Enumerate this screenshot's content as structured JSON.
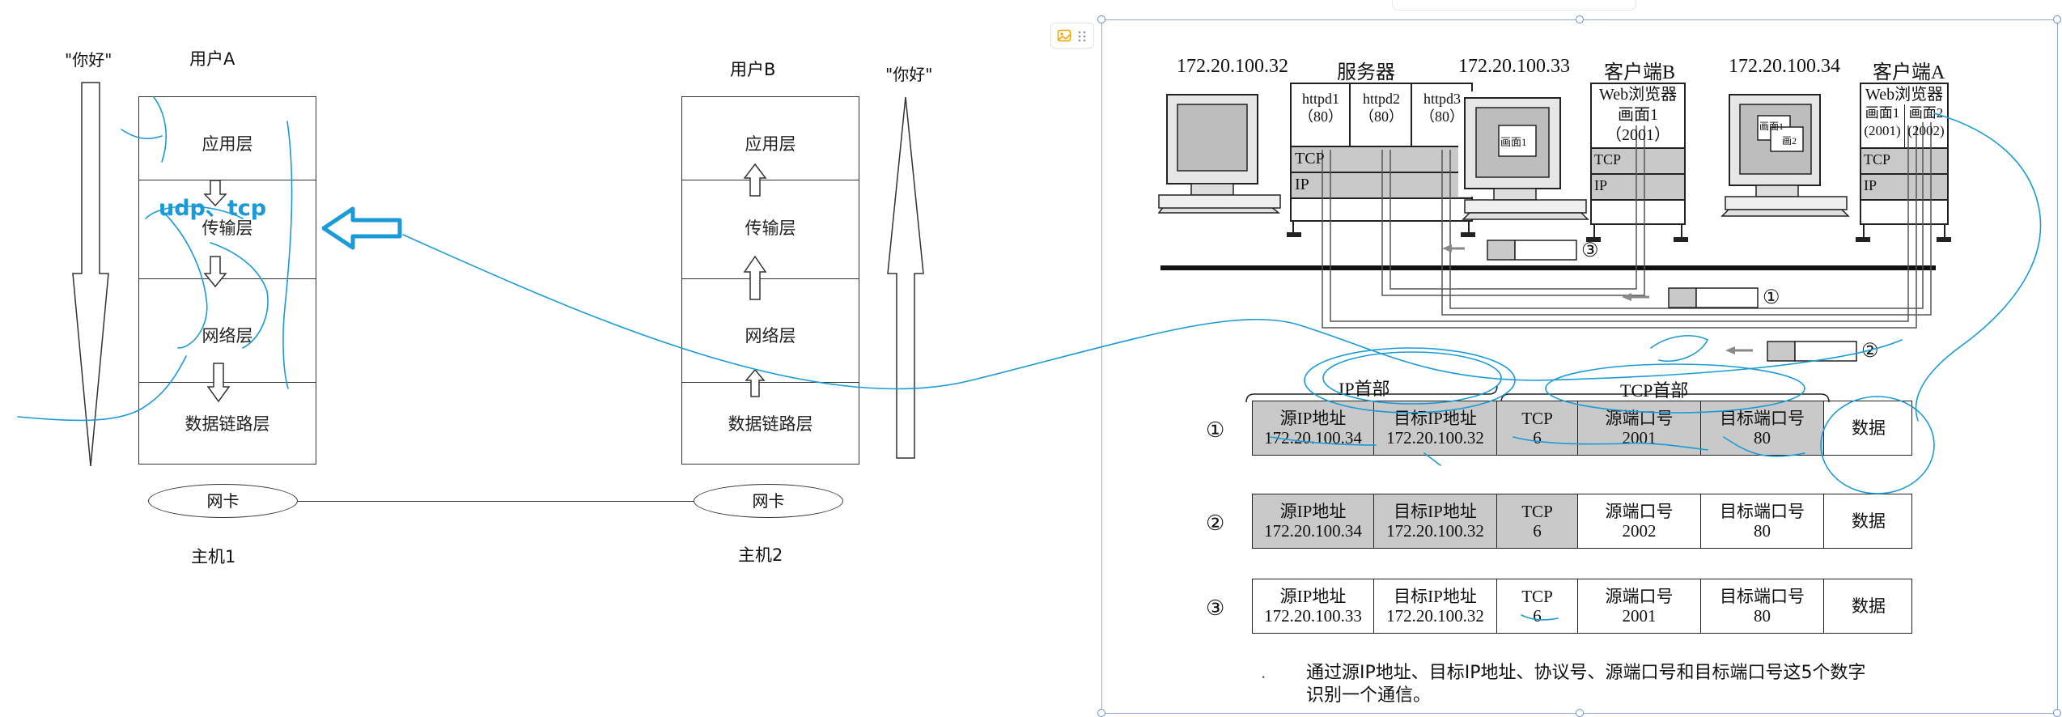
{
  "left_diagram": {
    "left_greeting": "\"你好\"",
    "right_greeting": "\"你好\"",
    "host1": {
      "user": "用户A",
      "layers": [
        "应用层",
        "传输层",
        "网络层",
        "数据链路层"
      ],
      "nic": "网卡",
      "label": "主机1",
      "annotation": "udp、tcp"
    },
    "host2": {
      "user": "用户B",
      "layers": [
        "应用层",
        "传输层",
        "网络层",
        "数据链路层"
      ],
      "nic": "网卡",
      "label": "主机2"
    }
  },
  "right_figure": {
    "hosts": [
      {
        "ip": "172.20.100.32",
        "role": "服务器"
      },
      {
        "ip": "172.20.100.33",
        "role": "客户端B"
      },
      {
        "ip": "172.20.100.34",
        "role": "客户端A"
      }
    ],
    "server_processes": [
      {
        "name": "httpd1",
        "port": "（80）"
      },
      {
        "name": "httpd2",
        "port": "（80）"
      },
      {
        "name": "httpd3",
        "port": "（80）"
      }
    ],
    "client_b_app": {
      "line1": "Web浏览器",
      "line2": "画面1",
      "line3": "（2001）"
    },
    "client_a_app": {
      "line1": "Web浏览器",
      "col1_name": "画面1",
      "col2_name": "画面2",
      "col1_port": "(2001)",
      "col2_port": "(2002)"
    },
    "stack_labels": {
      "tcp": "TCP",
      "ip": "IP"
    },
    "screen_labels": {
      "b": "画面1",
      "a1": "画面1",
      "a2": "画2"
    },
    "packet_markers": [
      "③",
      "①",
      "②"
    ],
    "header_group_labels": {
      "ip": "IP首部",
      "tcp": "TCP首部"
    },
    "packets": [
      {
        "num": "①",
        "src_label": "源IP地址",
        "src_ip": "172.20.100.34",
        "dst_label": "目标IP地址",
        "dst_ip": "172.20.100.32",
        "proto": "TCP",
        "proto_num": "6",
        "sport_label": "源端口号",
        "sport": "2001",
        "dport_label": "目标端口号",
        "dport": "80",
        "data": "数据"
      },
      {
        "num": "②",
        "src_label": "源IP地址",
        "src_ip": "172.20.100.34",
        "dst_label": "目标IP地址",
        "dst_ip": "172.20.100.32",
        "proto": "TCP",
        "proto_num": "6",
        "sport_label": "源端口号",
        "sport": "2002",
        "dport_label": "目标端口号",
        "dport": "80",
        "data": "数据"
      },
      {
        "num": "③",
        "src_label": "源IP地址",
        "src_ip": "172.20.100.33",
        "dst_label": "目标IP地址",
        "dst_ip": "172.20.100.32",
        "proto": "TCP",
        "proto_num": "6",
        "sport_label": "源端口号",
        "sport": "2001",
        "dport_label": "目标端口号",
        "dport": "80",
        "data": "数据"
      }
    ],
    "caption_line1": "通过源IP地址、目标IP地址、协议号、源端口号和目标端口号这5个数字",
    "caption_line2": "识别一个通信。",
    "caption_bullet": "·"
  },
  "colors": {
    "annotation": "#1a9ad6",
    "frame": "#8fa9d6",
    "shade": "#c9c9c9"
  }
}
